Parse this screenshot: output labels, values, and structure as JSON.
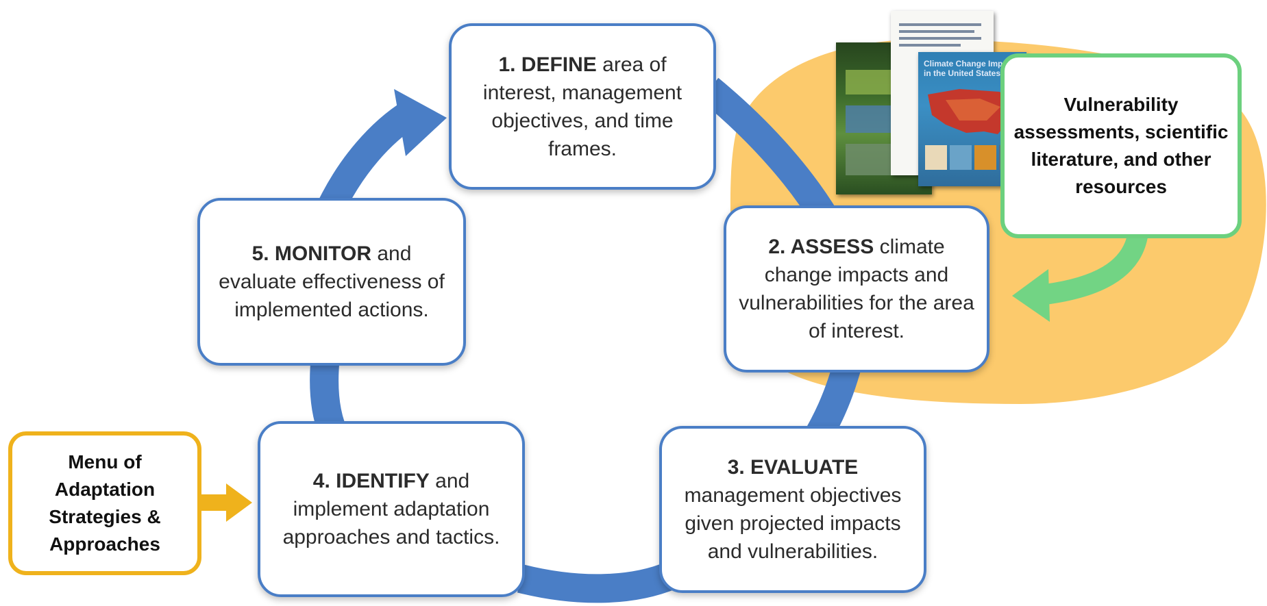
{
  "colors": {
    "cycle_arrow": "#4a7ec6",
    "box_border": "#4a7ec6",
    "resource_border": "#6cd07e",
    "resource_arrow": "#72d484",
    "menu_border": "#efb21c",
    "menu_arrow": "#efb21c",
    "background_blob": "#fcca6c"
  },
  "steps": [
    {
      "number_keyword": "1. DEFINE",
      "rest": " area of interest, management objectives, and time frames."
    },
    {
      "number_keyword": "2. ASSESS",
      "rest": " climate change impacts and vulnerabilities for the area of interest."
    },
    {
      "number_keyword": "3. EVALUATE",
      "rest": " management objectives given projected impacts and vulnerabilities."
    },
    {
      "number_keyword": "4. IDENTIFY",
      "rest": " and implement adaptation approaches and tactics."
    },
    {
      "number_keyword": "5. MONITOR",
      "rest": " and evaluate effectiveness of implemented actions."
    }
  ],
  "resources_box": {
    "label": "Vulnerability assessments, scientific literature,  and other resources"
  },
  "menu_box": {
    "label": "Menu of Adaptation Strategies & Approaches"
  },
  "documents": [
    {
      "kind": "report-cover-green"
    },
    {
      "kind": "report-cover-white"
    },
    {
      "kind": "report-cover-climate",
      "title": "Climate Change Impacts in the United States"
    }
  ]
}
